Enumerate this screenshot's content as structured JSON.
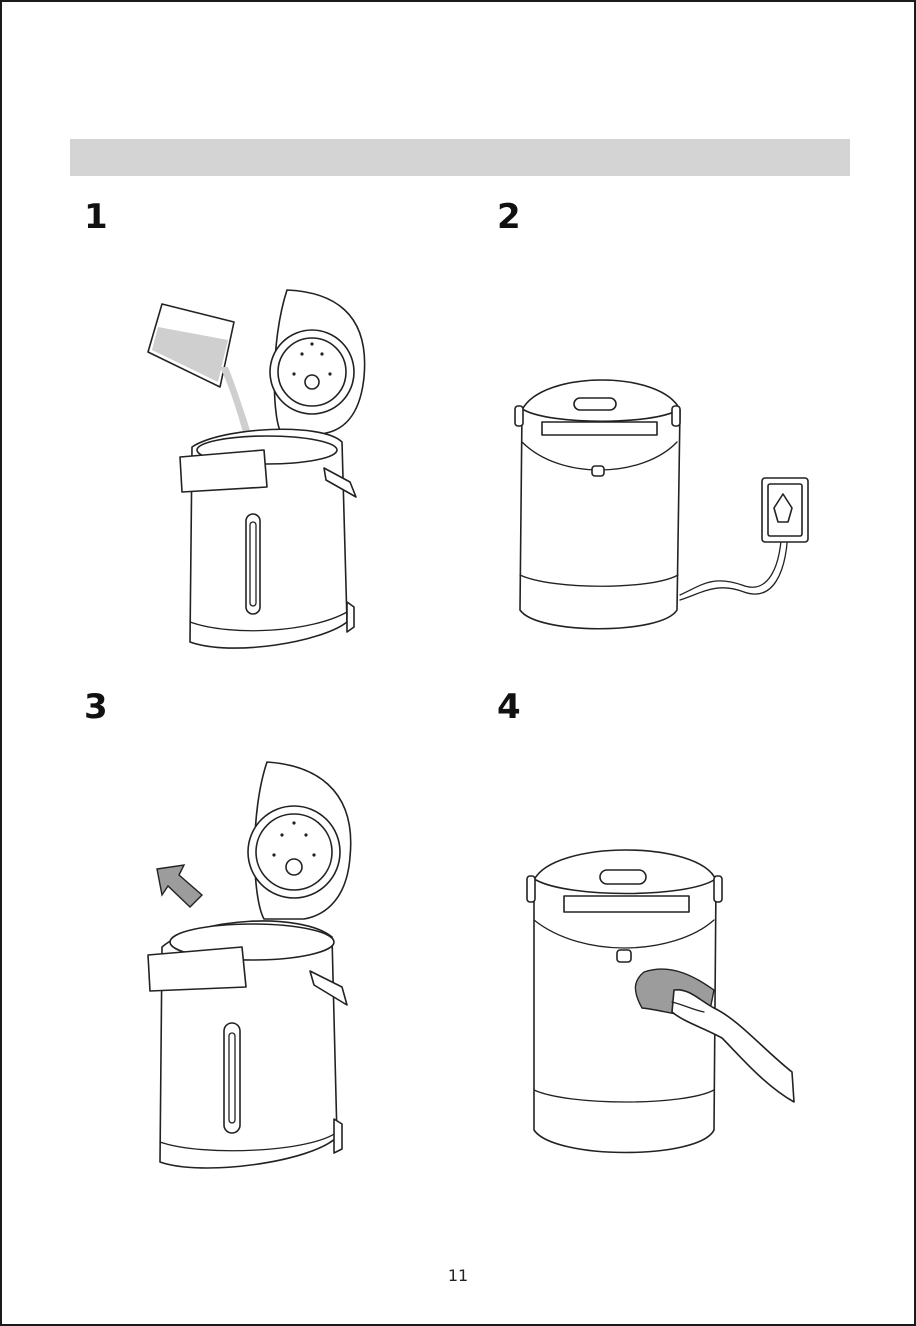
{
  "steps": [
    {
      "number": "1"
    },
    {
      "number": "2"
    },
    {
      "number": "3"
    },
    {
      "number": "4"
    }
  ],
  "icons": [
    "pouring-water-illustration",
    "plugged-in-pot-illustration",
    "lift-lid-illustration",
    "wipe-cloth-illustration"
  ],
  "page_number": "11",
  "colors": {
    "header_bar": "#d4d4d4",
    "outline": "#222222"
  }
}
